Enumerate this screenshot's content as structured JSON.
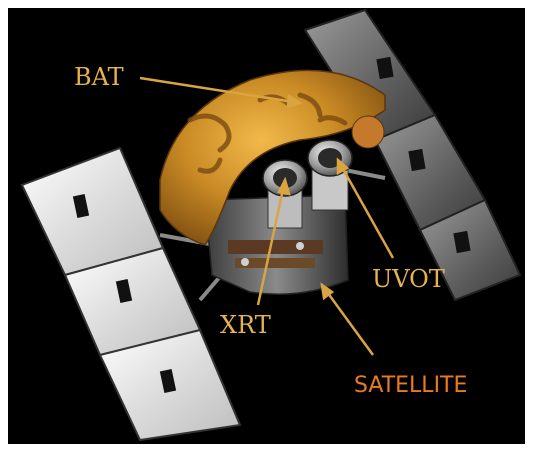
{
  "labels": {
    "bat": "BAT",
    "uvot": "UVOT",
    "xrt": "XRT",
    "satellite": "SATELLITE"
  },
  "colors": {
    "background": "#000000",
    "frame": "#ffffff",
    "label_gold": "#e6b44c",
    "label_orange": "#e87a24",
    "pointer": "#d9a441"
  },
  "icons": [
    "swift-satellite-illustration"
  ]
}
